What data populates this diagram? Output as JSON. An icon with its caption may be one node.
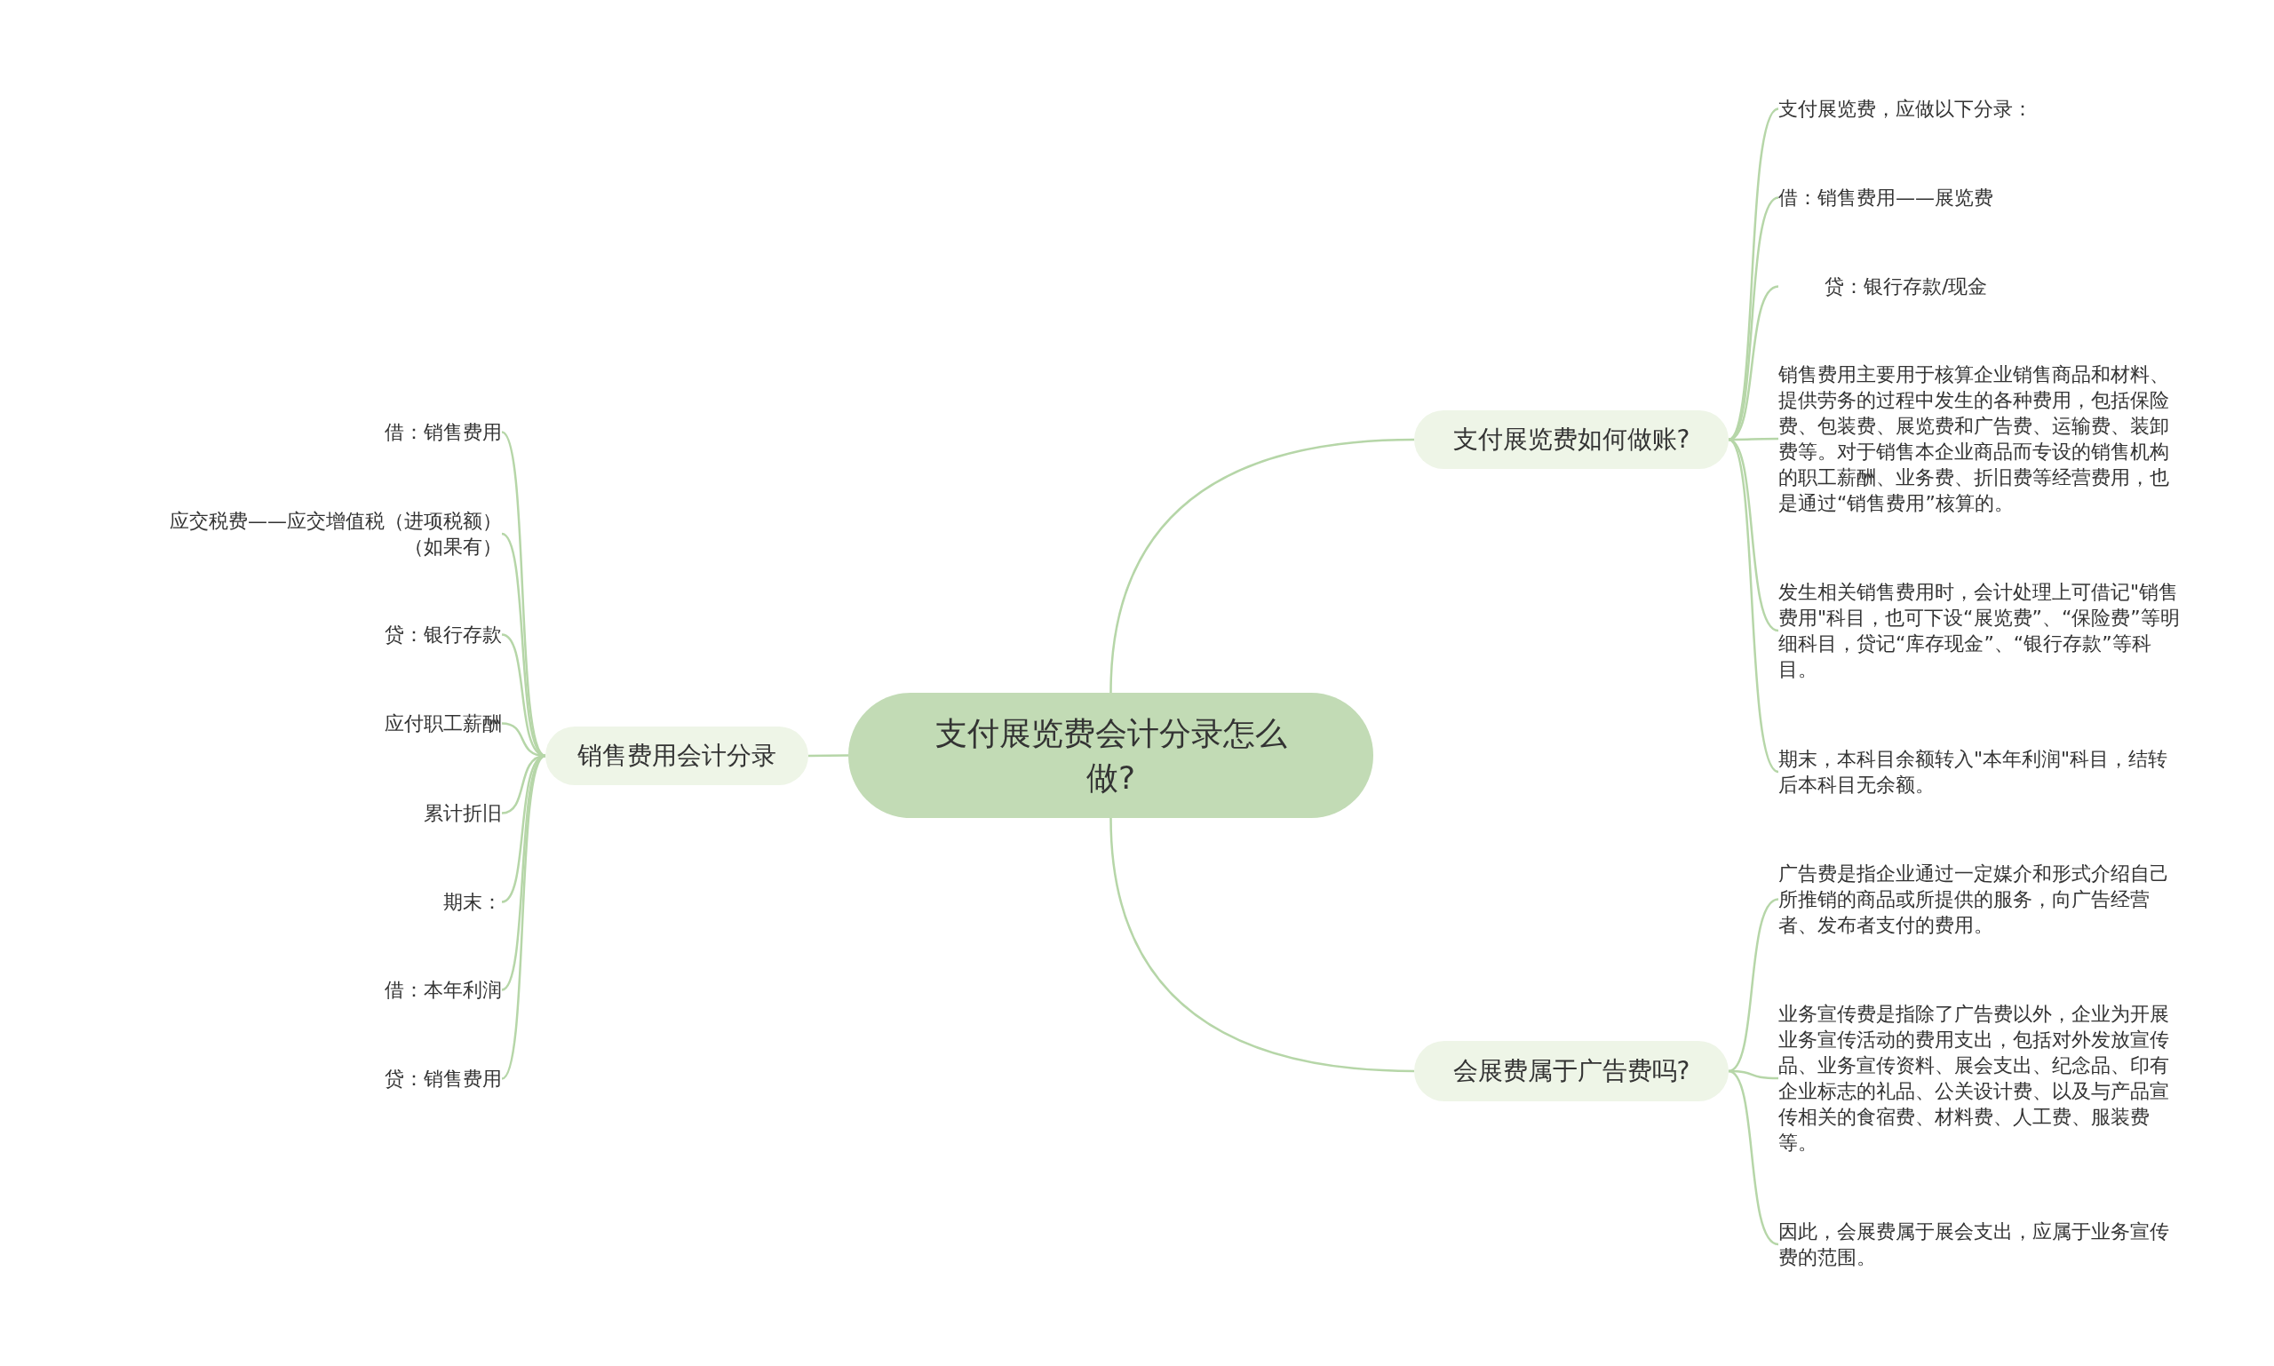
{
  "diagram": {
    "nodes": [
      {
        "text": [
          "支付展览费会计分录怎么做?"
        ]
      },
      {
        "text": [
          "支付展览费如何做账?"
        ]
      },
      {
        "text": [
          "支付展览费，应做以下分录："
        ]
      },
      {
        "text": [
          "借：销售费用——展览费"
        ]
      },
      {
        "text": [
          "贷：银行存款/现金"
        ]
      },
      {
        "text": [
          "销售费用主要用于核算企业销售商品和材料、提供劳务的过程中发生的各种费用，包括保险费、包装费、展览费和广告费、运输费、装卸费等。对于销售本企业商品而专设的销售机构的职工薪酬、业务费、折旧费等经营费用，也是通过“销售费用”核算的。"
        ]
      },
      {
        "text": [
          "发生相关销售费用时，会计处理上可借记\"销售费用\"科目，也可下设“展览费”、“保险费”等明细科目，贷记“库存现金”、“银行存款”等科目。"
        ]
      },
      {
        "text": [
          "期末，本科目余额转入\"本年利润\"科目，结转后本科目无余额。"
        ]
      },
      {
        "text": [
          "会展费属于广告费吗?"
        ]
      },
      {
        "text": [
          "广告费是指企业通过一定媒介和形式介绍自己所推销的商品或所提供的服务，向广告经营者、发布者支付的费用。"
        ]
      },
      {
        "text": [
          "业务宣传费是指除了广告费以外，企业为开展业务宣传活动的费用支出，包括对外发放宣传品、业务宣传资料、展会支出、纪念品、印有企业标志的礼品、公关设计费、以及与产品宣传相关的食宿费、材料费、人工费、服装费等。"
        ]
      },
      {
        "text": [
          "因此，会展费属于展会支出，应属于业务宣传费的范围。"
        ]
      },
      {
        "text": [
          "销售费用会计分录"
        ]
      },
      {
        "text": [
          "借：销售费用"
        ]
      },
      {
        "text": [
          "应交税费——应交增值税（进项税额）（如果有）"
        ]
      },
      {
        "text": [
          "贷：银行存款"
        ]
      },
      {
        "text": [
          "应付职工薪酬"
        ]
      },
      {
        "text": [
          "累计折旧"
        ]
      },
      {
        "text": [
          "期末："
        ]
      },
      {
        "text": [
          "借：本年利润"
        ]
      },
      {
        "text": [
          "贷：销售费用"
        ]
      }
    ],
    "edges": [
      {
        "from": 0,
        "to": 1,
        "arrow": "none"
      },
      {
        "from": 1,
        "to": 2,
        "arrow": "none"
      },
      {
        "from": 1,
        "to": 3,
        "arrow": "none"
      },
      {
        "from": 1,
        "to": 4,
        "arrow": "none"
      },
      {
        "from": 1,
        "to": 5,
        "arrow": "none"
      },
      {
        "from": 1,
        "to": 6,
        "arrow": "none"
      },
      {
        "from": 1,
        "to": 7,
        "arrow": "none"
      },
      {
        "from": 0,
        "to": 8,
        "arrow": "none"
      },
      {
        "from": 8,
        "to": 9,
        "arrow": "none"
      },
      {
        "from": 8,
        "to": 10,
        "arrow": "none"
      },
      {
        "from": 8,
        "to": 11,
        "arrow": "none"
      },
      {
        "from": 0,
        "to": 12,
        "arrow": "none"
      },
      {
        "from": 12,
        "to": 13,
        "arrow": "none"
      },
      {
        "from": 12,
        "to": 14,
        "arrow": "none"
      },
      {
        "from": 12,
        "to": 15,
        "arrow": "none"
      },
      {
        "from": 12,
        "to": 16,
        "arrow": "none"
      },
      {
        "from": 12,
        "to": 17,
        "arrow": "none"
      },
      {
        "from": 12,
        "to": 18,
        "arrow": "none"
      },
      {
        "from": 12,
        "to": 19,
        "arrow": "none"
      },
      {
        "from": 12,
        "to": 20,
        "arrow": "none"
      }
    ]
  }
}
